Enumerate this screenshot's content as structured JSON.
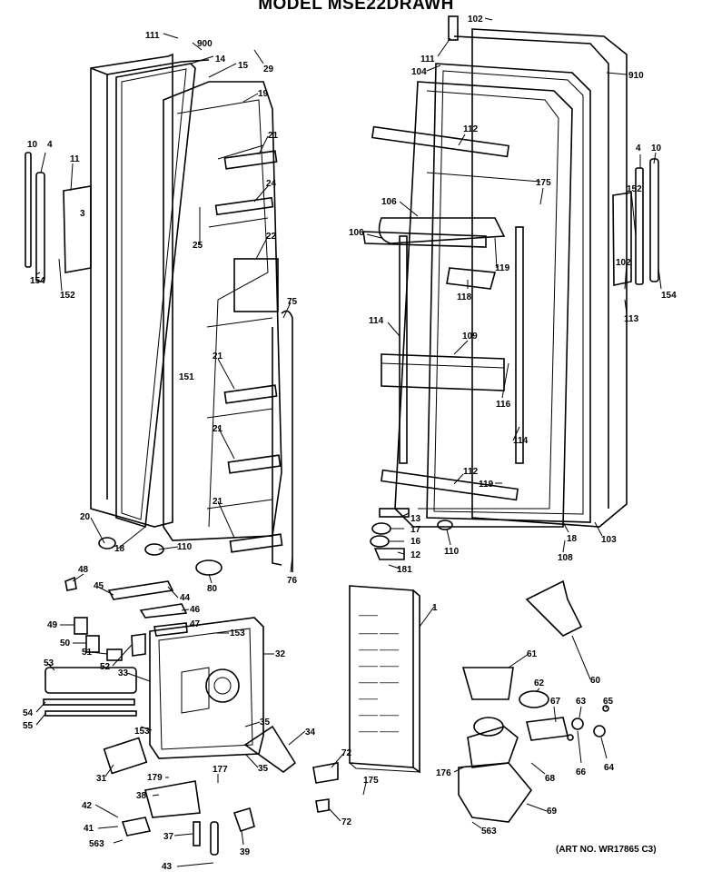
{
  "title": "MODEL MSE22DRAWH",
  "art_note": "(ART NO. WR17865 C3)",
  "manual_lines": [
    "———",
    "——— ———",
    "——— ———",
    "——— ———",
    "——— ———",
    "———",
    "——— ———",
    "——— ———"
  ],
  "callouts": {
    "c111a": "111",
    "c900": "900",
    "c14": "14",
    "c15": "15",
    "c29": "29",
    "c19": "19",
    "c10a": "10",
    "c4a": "4",
    "c11": "11",
    "c3": "3",
    "c21a": "21",
    "c24": "24",
    "c25": "25",
    "c22": "22",
    "c154a": "154",
    "c152a": "152",
    "c75": "75",
    "c151": "151",
    "c21b": "21",
    "c21c": "21",
    "c21d": "21",
    "c20": "20",
    "c18a": "18",
    "c110a": "110",
    "c80": "80",
    "c76": "76",
    "c102a": "102",
    "c111b": "111",
    "c104": "104",
    "c910": "910",
    "c112a": "112",
    "c175a": "175",
    "c106a": "106",
    "c106b": "106",
    "c119a": "119",
    "c118": "118",
    "c4b": "4",
    "c10b": "10",
    "c152b": "152",
    "c102b": "102",
    "c154b": "154",
    "c113": "113",
    "c114a": "114",
    "c109": "109",
    "c116": "116",
    "c114b": "114",
    "c112b": "112",
    "c119b": "119",
    "c13": "13",
    "c17": "17",
    "c16": "16",
    "c12": "12",
    "c181": "181",
    "c110b": "110",
    "c18b": "18",
    "c108": "108",
    "c103": "103",
    "c48": "48",
    "c45": "45",
    "c44": "44",
    "c46": "46",
    "c49": "49",
    "c47": "47",
    "c50": "50",
    "c153a": "153",
    "c51": "51",
    "c52": "52",
    "c53": "53",
    "c33": "33",
    "c32": "32",
    "c54": "54",
    "c55": "55",
    "c153b": "153",
    "c35a": "35",
    "c34": "34",
    "c31": "31",
    "c35b": "35",
    "c179": "179",
    "c177": "177",
    "c72a": "72",
    "c38": "38",
    "c175b": "175",
    "c42": "42",
    "c41": "41",
    "c72b": "72",
    "c563a": "563",
    "c37": "37",
    "c39": "39",
    "c43": "43",
    "c1": "1",
    "c60": "60",
    "c61": "61",
    "c62": "62",
    "c67": "67",
    "c63": "63",
    "c65": "65",
    "c66": "66",
    "c64": "64",
    "c176": "176",
    "c68": "68",
    "c69": "69",
    "c563b": "563"
  }
}
